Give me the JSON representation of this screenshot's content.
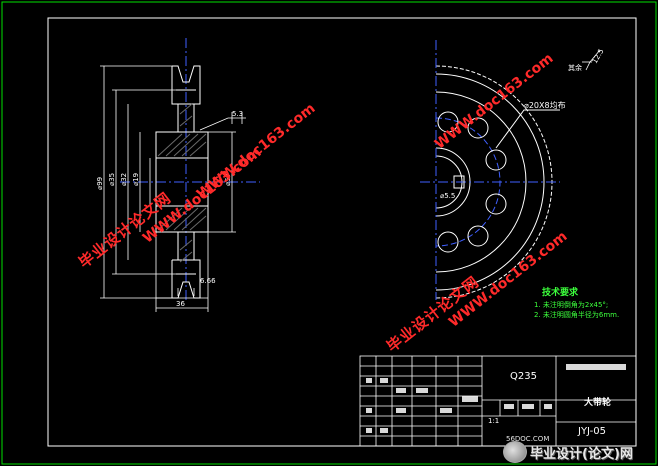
{
  "drawing": {
    "dims_left": [
      "⌀99",
      "⌀35",
      "⌀32",
      "⌀19",
      "⌀57"
    ],
    "dim_groove": "5.3",
    "dim_bottom_small": "6.66",
    "dim_bottom": "36",
    "hole_note": "⌀20X8均布",
    "dim_inner": "⌀5.5",
    "roughness_label": "其余",
    "roughness_value": "12.5"
  },
  "tech_requirements": {
    "title": "技术要求",
    "items": [
      "1. 未注明倒角为2x45°;",
      "2. 未注明圆角半径为6mm."
    ]
  },
  "title_block": {
    "material": "Q235",
    "part_name": "大带轮",
    "drawing_no": "JYJ-05",
    "scale": "1:1"
  },
  "watermarks": {
    "site_cn": "毕业设计论文网",
    "site_url": "WWW.doc163.com"
  },
  "badge": {
    "small": "56DOC.COM",
    "text": "毕业设计(论文)网"
  },
  "colors": {
    "frame": "#00e000",
    "line": "#ffffff",
    "centerline": "#4060ff",
    "hatch": "#6a6a6a",
    "watermark": "#ff2a2a",
    "dimension": "#3cff3c"
  }
}
